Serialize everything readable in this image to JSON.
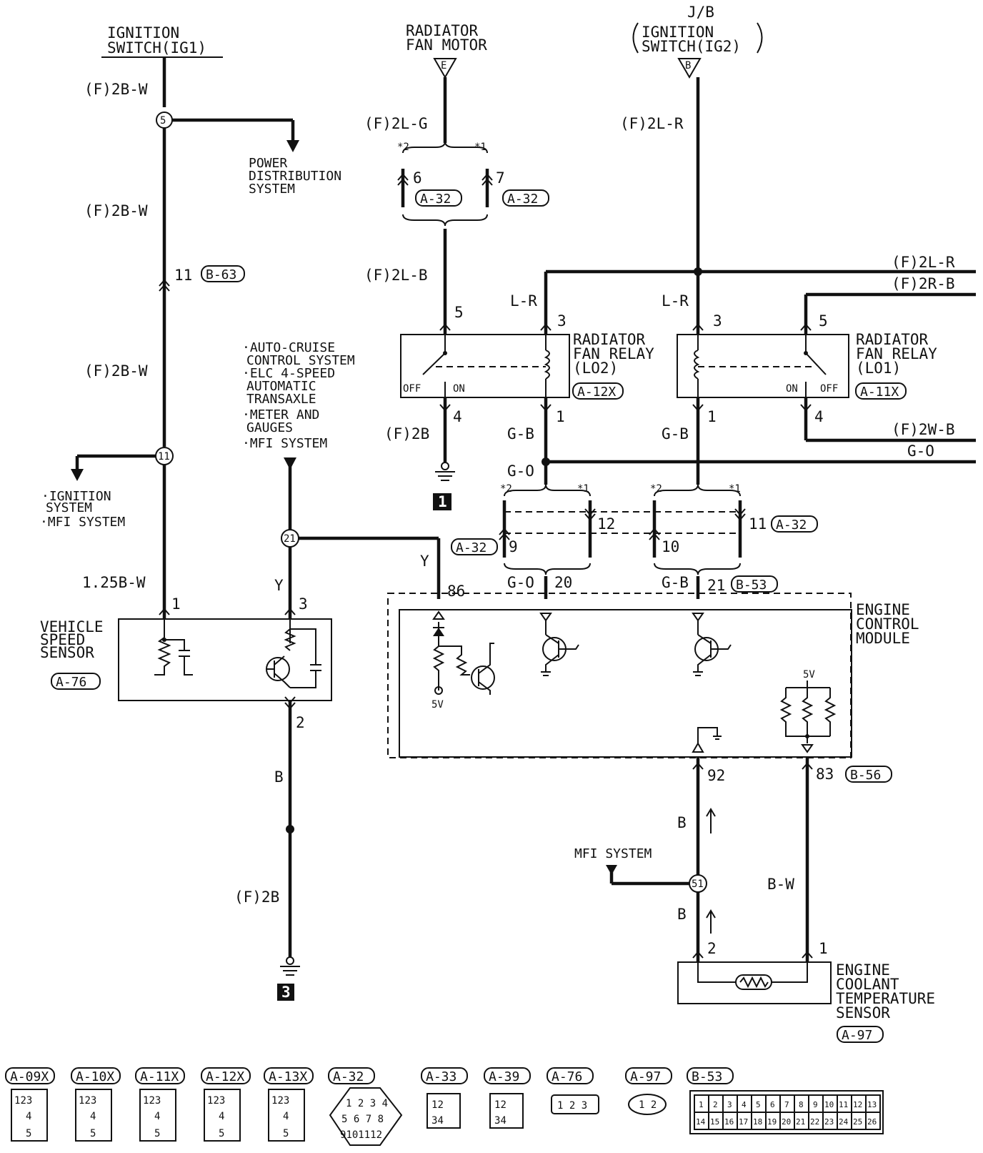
{
  "labels": {
    "ig1_line1": "IGNITION",
    "ig1_line2": "SWITCH(IG1)",
    "fan_motor_line1": "RADIATOR",
    "fan_motor_line2": "FAN MOTOR",
    "jb": "J/B",
    "ig2_line1": "IGNITION",
    "ig2_line2": "SWITCH(IG2)",
    "conn_e": "E",
    "conn_b": "B",
    "power_dist_1": "POWER",
    "power_dist_2": "DISTRIBUTION",
    "power_dist_3": "SYSTEM",
    "dest_list": [
      "·AUTO-CRUISE",
      "CONTROL SYSTEM",
      "·ELC 4-SPEED",
      "AUTOMATIC",
      "TRANSAXLE",
      "·METER AND",
      "GAUGES",
      "·MFI SYSTEM"
    ],
    "ign_list": [
      "·IGNITION",
      "SYSTEM",
      "·MFI SYSTEM"
    ],
    "mfi_system": "MFI SYSTEM",
    "relay_lo2": [
      "RADIATOR",
      "FAN RELAY",
      "(LO2)"
    ],
    "relay_lo1": [
      "RADIATOR",
      "FAN RELAY",
      "(LO1)"
    ],
    "ecm": [
      "ENGINE",
      "CONTROL",
      "MODULE"
    ],
    "vss": [
      "VEHICLE",
      "SPEED",
      "SENSOR"
    ],
    "ect": [
      "ENGINE",
      "COOLANT",
      "TEMPERATURE",
      "SENSOR"
    ],
    "off": "OFF",
    "on": "ON",
    "five_v": "5V",
    "ground_1": "1",
    "ground_3": "3"
  },
  "wires": {
    "f2bw": "(F)2B-W",
    "f2lg": "(F)2L-G",
    "f2lr": "(F)2L-R",
    "f2lb": "(F)2L-B",
    "f2rb": "(F)2R-B",
    "f2wb": "(F)2W-B",
    "f2b": "(F)2B",
    "lr": "L-R",
    "gb": "G-B",
    "go": "G-O",
    "y": "Y",
    "b": "B",
    "bw": "B-W",
    "b125w": "1.25B-W"
  },
  "pins": {
    "p1": "1",
    "p2": "2",
    "p3": "3",
    "p4": "4",
    "p5": "5",
    "p6": "6",
    "p7": "7",
    "p9": "9",
    "p10": "10",
    "p11": "11",
    "p12": "12",
    "p20": "20",
    "p21": "21",
    "p83": "83",
    "p86": "86",
    "p92": "92",
    "star1": "*1",
    "star2": "*2",
    "node5": "5",
    "node11": "11",
    "node21": "21",
    "node51": "51"
  },
  "connectors": {
    "a32": "A-32",
    "b63": "B-63",
    "a12x": "A-12X",
    "a11x": "A-11X",
    "b53": "B-53",
    "b56": "B-56",
    "a76": "A-76",
    "a97": "A-97"
  },
  "legend": {
    "items": [
      "A-09X",
      "A-10X",
      "A-11X",
      "A-12X",
      "A-13X",
      "A-32",
      "A-33",
      "A-39",
      "A-76",
      "A-97",
      "B-53"
    ],
    "relay_pins": [
      "1",
      "2",
      "3",
      "4",
      "5"
    ],
    "a32_pins": [
      "1",
      "2",
      "3",
      "4",
      "5",
      "6",
      "7",
      "8",
      "9",
      "10",
      "11",
      "12"
    ],
    "quad_pins": [
      "1",
      "2",
      "3",
      "4"
    ],
    "a76_pins": [
      "1",
      "2",
      "3"
    ],
    "a97_pins": [
      "1",
      "2"
    ],
    "b53_pins": [
      "1",
      "2",
      "3",
      "4",
      "5",
      "6",
      "7",
      "8",
      "9",
      "10",
      "11",
      "12",
      "13",
      "14",
      "15",
      "16",
      "17",
      "18",
      "19",
      "20",
      "21",
      "22",
      "23",
      "24",
      "25",
      "26"
    ]
  }
}
